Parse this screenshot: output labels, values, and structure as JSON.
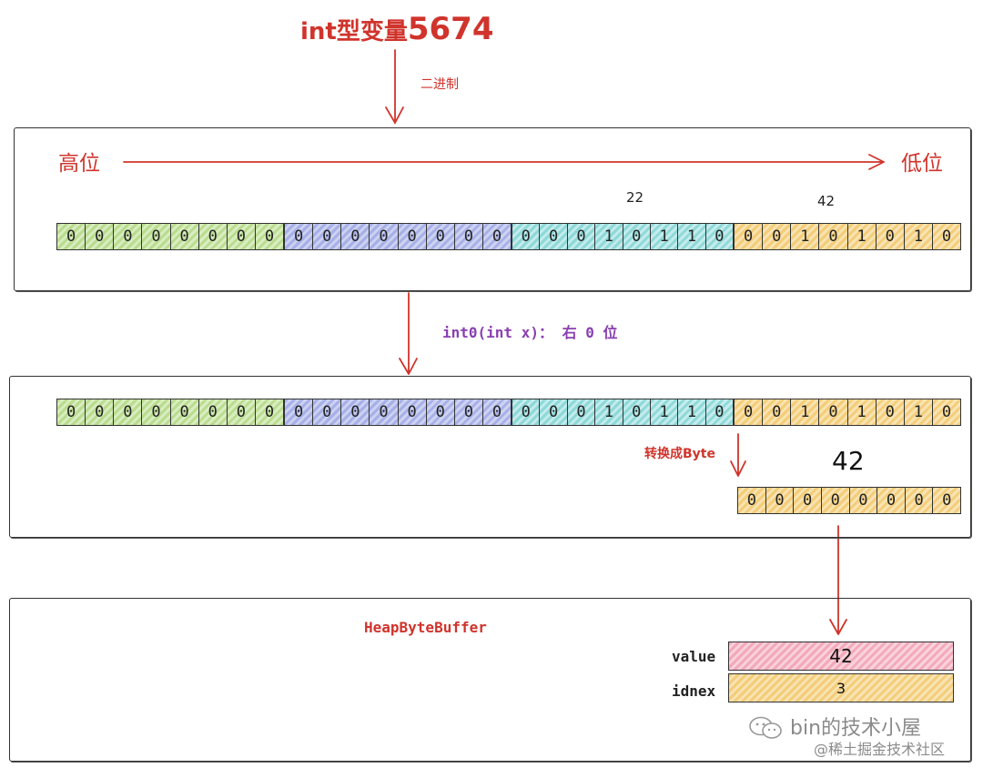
{
  "title": {
    "prefix": "int型变量",
    "number": "5674"
  },
  "arrow1_label": "二进制",
  "panel1": {
    "high_label": "高位",
    "low_label": "低位",
    "byte_labels": [
      "22",
      "42"
    ]
  },
  "rows": {
    "row1": [
      [
        "0",
        "0",
        "0",
        "0",
        "0",
        "0",
        "0",
        "0"
      ],
      [
        "0",
        "0",
        "0",
        "0",
        "0",
        "0",
        "0",
        "0"
      ],
      [
        "0",
        "0",
        "0",
        "1",
        "0",
        "1",
        "1",
        "0"
      ],
      [
        "0",
        "0",
        "1",
        "0",
        "1",
        "0",
        "1",
        "0"
      ]
    ],
    "row2": [
      [
        "0",
        "0",
        "0",
        "0",
        "0",
        "0",
        "0",
        "0"
      ],
      [
        "0",
        "0",
        "0",
        "0",
        "0",
        "0",
        "0",
        "0"
      ],
      [
        "0",
        "0",
        "0",
        "1",
        "0",
        "1",
        "1",
        "0"
      ],
      [
        "0",
        "0",
        "1",
        "0",
        "1",
        "0",
        "1",
        "0"
      ]
    ],
    "byte_row": [
      "0",
      "0",
      "0",
      "0",
      "0",
      "0",
      "0",
      "0"
    ]
  },
  "arrow2_label": "int0(int x)： 右 0 位",
  "convert_label": "转换成Byte",
  "byte_value_label": "42",
  "panel3": {
    "title": "HeapByteBuffer",
    "value_label": "value",
    "value": "42",
    "index_label": "idnex",
    "index": "3"
  },
  "watermark": {
    "line1": "bin的技术小屋",
    "line2": "@稀土掘金技术社区"
  },
  "colors": {
    "red": "#d0342c",
    "purple": "#8a3fb0",
    "green": "#b9dc8f",
    "blue": "#a7b0e6",
    "cyan": "#8fd8d8",
    "orange": "#f3cd79",
    "pink": "#f3a9ba"
  }
}
